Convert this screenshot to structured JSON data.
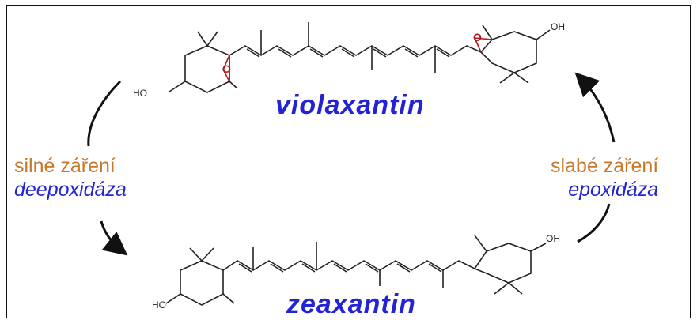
{
  "molecules": {
    "top": "violaxantin",
    "bottom": "zeaxantin"
  },
  "left_condition": {
    "line1": "silné záření",
    "line2": "deepoxidáza"
  },
  "right_condition": {
    "line1": "slabé záření",
    "line2": "epoxidáza"
  },
  "atom_labels": {
    "hydroxyl_left": "HO",
    "hydroxyl_right": "OH",
    "epoxide_oxygen": "O"
  },
  "colors": {
    "molecule_name": "#2323d6",
    "condition_orange": "#c7782a",
    "condition_blue": "#2323d6",
    "epoxide": "#b01818"
  }
}
